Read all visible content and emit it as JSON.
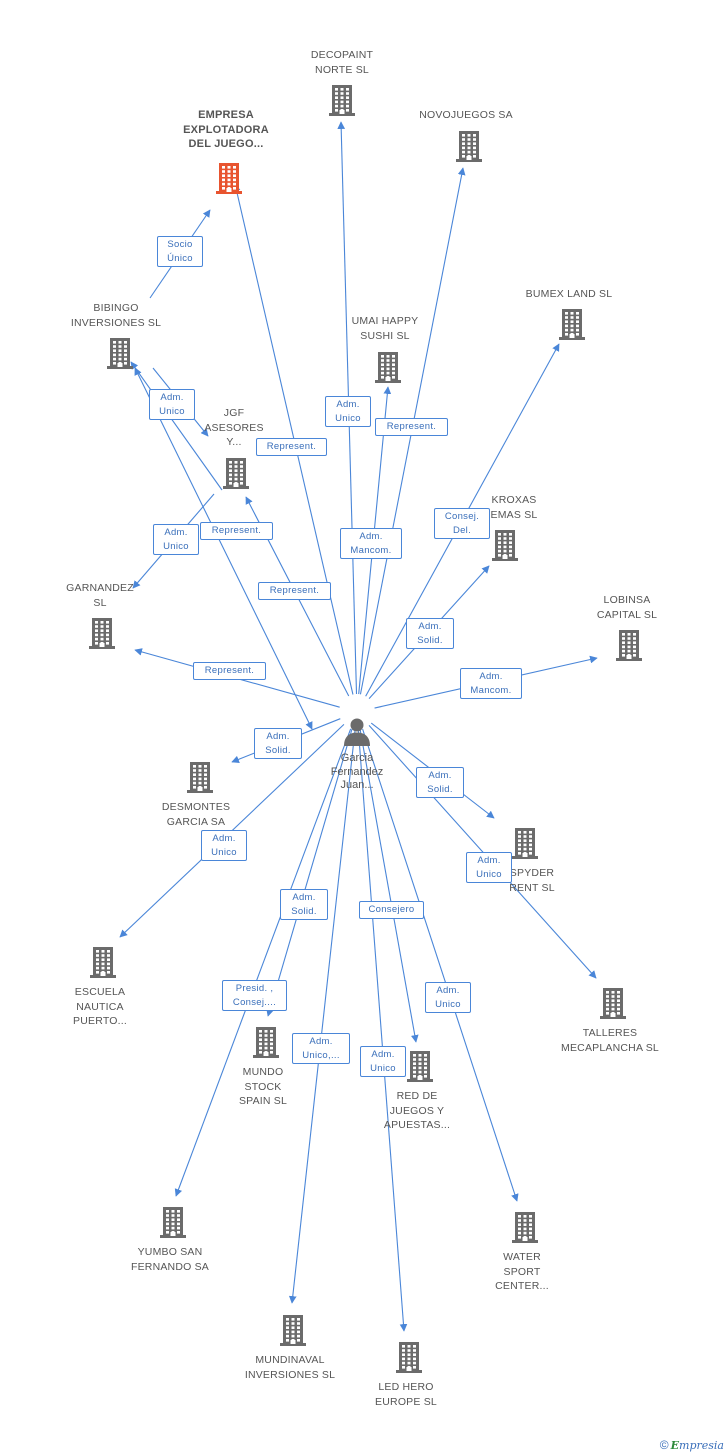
{
  "colors": {
    "edge": "#4a86d8",
    "building": "#6b6b6b",
    "highlight": "#e8542f"
  },
  "center": {
    "label": "Garcia\nFernandez\nJuan...",
    "icon": "person-icon"
  },
  "nodes": [
    {
      "id": "empresa",
      "label": "EMPRESA\nEXPLOTADORA\nDEL JUEGO...",
      "highlight": true
    },
    {
      "id": "decopaint",
      "label": "DECOPAINT\nNORTE SL"
    },
    {
      "id": "novojuegos",
      "label": "NOVOJUEGOS SA"
    },
    {
      "id": "bumex",
      "label": "BUMEX LAND SL"
    },
    {
      "id": "bibingo",
      "label": "BIBINGO\nINVERSIONES SL"
    },
    {
      "id": "umai",
      "label": "UMAI HAPPY\nSUSHI SL"
    },
    {
      "id": "jgf",
      "label": "JGF\nASESORES\nY..."
    },
    {
      "id": "kroxas",
      "label": "KROXAS\nEMAS SL"
    },
    {
      "id": "garnandez",
      "label": "GARNANDEZ\nSL"
    },
    {
      "id": "lobinsa",
      "label": "LOBINSA\nCAPITAL SL"
    },
    {
      "id": "desmontes",
      "label": "DESMONTES\nGARCIA SA"
    },
    {
      "id": "spyder",
      "label": "SPYDER\nRENT SL"
    },
    {
      "id": "escuela",
      "label": "ESCUELA\nNAUTICA\nPUERTO..."
    },
    {
      "id": "talleres",
      "label": "TALLERES\nMECAPLANCHA SL"
    },
    {
      "id": "mundo",
      "label": "MUNDO\nSTOCK\nSPAIN SL"
    },
    {
      "id": "red",
      "label": "RED DE\nJUEGOS Y\nAPUESTAS..."
    },
    {
      "id": "yumbo",
      "label": "YUMBO SAN\nFERNANDO SA"
    },
    {
      "id": "water",
      "label": "WATER\nSPORT\nCENTER..."
    },
    {
      "id": "mundinaval",
      "label": "MUNDINAVAL\nINVERSIONES SL"
    },
    {
      "id": "ledhero",
      "label": "LED HERO\nEUROPE  SL"
    }
  ],
  "relations": [
    {
      "id": "r-socio",
      "label": "Socio\nÚnico"
    },
    {
      "id": "r-bib-adm",
      "label": "Adm.\nUnico"
    },
    {
      "id": "r-emp-rep",
      "label": "Represent."
    },
    {
      "id": "r-deco-adm",
      "label": "Adm.\nUnico"
    },
    {
      "id": "r-umai-rep",
      "label": "Represent."
    },
    {
      "id": "r-jgf-adm",
      "label": "Adm.\nUnico"
    },
    {
      "id": "r-jgf-rep",
      "label": "Represent."
    },
    {
      "id": "r-bib-rep",
      "label": "Represent."
    },
    {
      "id": "r-mancom",
      "label": "Adm.\nMancom."
    },
    {
      "id": "r-consej",
      "label": "Consej.\nDel."
    },
    {
      "id": "r-kroxas",
      "label": "Adm.\nSolid."
    },
    {
      "id": "r-garn-rep",
      "label": "Represent."
    },
    {
      "id": "r-lobinsa",
      "label": "Adm.\nMancom."
    },
    {
      "id": "r-desm",
      "label": "Adm.\nSolid."
    },
    {
      "id": "r-spyder-sol",
      "label": "Adm.\nSolid."
    },
    {
      "id": "r-escuela",
      "label": "Adm.\nUnico"
    },
    {
      "id": "r-talleres",
      "label": "Adm.\nUnico"
    },
    {
      "id": "r-mundo",
      "label": "Adm.\nSolid."
    },
    {
      "id": "r-consejero",
      "label": "Consejero"
    },
    {
      "id": "r-yumbo",
      "label": "Presid. ,\nConsej...."
    },
    {
      "id": "r-water",
      "label": "Adm.\nUnico"
    },
    {
      "id": "r-mundinaval",
      "label": "Adm.\nUnico,..."
    },
    {
      "id": "r-ledhero",
      "label": "Adm.\nUnico"
    }
  ],
  "footer": {
    "copyright": "©",
    "brand_e": "E",
    "brand_rest": "mpresia"
  }
}
